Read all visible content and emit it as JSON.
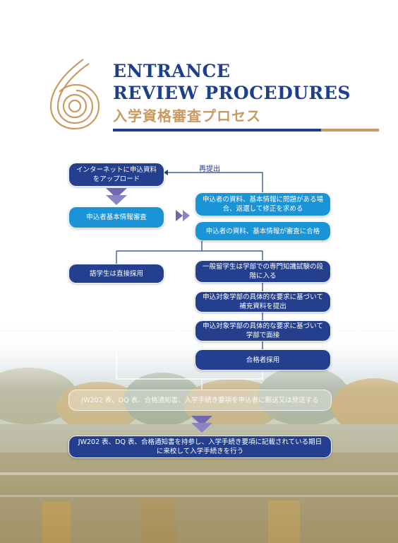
{
  "header": {
    "number": "6",
    "title_line1": "ENTRANCE",
    "title_line2": "REVIEW PROCEDURES",
    "title_jp": "入学資格審査プロセス"
  },
  "flow": {
    "upload": "インターネットに申込資料をアップロード",
    "basic_review": "申込者基本情報審査",
    "problem": "申込者の資料、基本情報に問題がある場合、返還して修正を求める",
    "pass": "申込者の資料、基本情報が審査に合格",
    "resubmit_label": "再提出",
    "language_student": "語学生は直接採用",
    "general_student": "一般留学生は学部での専門知識試験の段階に入る",
    "supplement": "申込対象学部の具体的な要求に基づいて補充資料を提出",
    "interview": "申込対象学部の具体的な要求に基づいて学部で面接",
    "admitted": "合格者採用",
    "send_docs": "JW202 表、DQ 表、合格通知書、入学手続き要項を申込者に郵送又は発送する",
    "enrollment": "JW202 表、DQ 表、合格通知書を持参し、入学手続き要項に記載されている期日に来校して入学手続きを行う"
  },
  "colors": {
    "navy": "#1e3f8a",
    "box_dark": "#243f8e",
    "box_light": "#1a93d7",
    "gold": "#c89b62"
  },
  "icons": {
    "number_emblem": "number-six-emblem",
    "arrows": "chevron-arrow-icon"
  }
}
